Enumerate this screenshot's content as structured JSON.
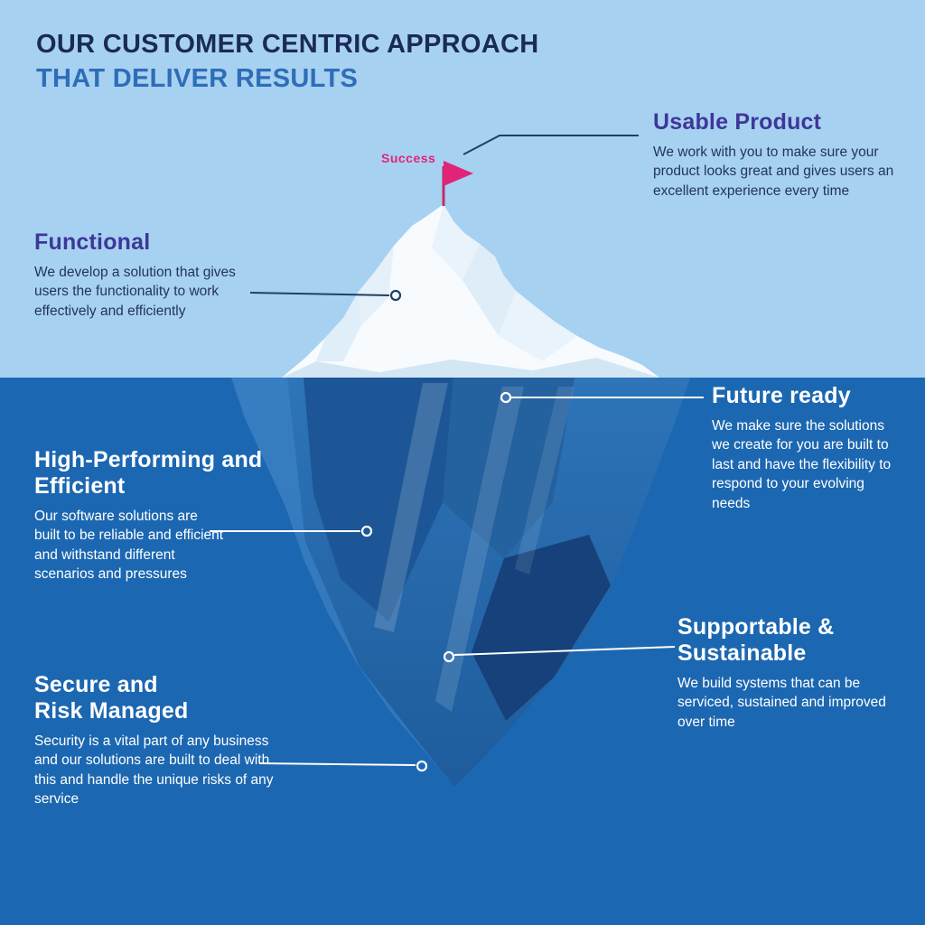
{
  "title": {
    "line1": "OUR CUSTOMER CENTRIC APPROACH",
    "line2": "THAT DELIVER RESULTS"
  },
  "flag_label": "Success",
  "callouts": {
    "usable": {
      "heading": "Usable Product",
      "body": "We work with you to make sure your product looks great and gives users an excellent experience every time"
    },
    "functional": {
      "heading": "Functional",
      "body": "We develop a solution that gives users the functionality to work effectively and efficiently"
    },
    "future": {
      "heading": "Future ready",
      "body": "We make sure the solutions we create for you are built to last and have the flexibility to respond to your evolving needs"
    },
    "high_performing": {
      "heading": "High-Performing and Efficient",
      "body": "Our software solutions are built to be reliable and efficient and withstand different scenarios and pressures"
    },
    "supportable": {
      "heading": "Supportable & Sustainable",
      "body": "We build systems that can be serviced, sustained and improved over time"
    },
    "secure": {
      "heading": "Secure and Risk Managed",
      "body": "Security is a vital part of any business and our solutions are built to deal with this and handle the unique risks of any service"
    }
  },
  "colors": {
    "sky_blue": "#a7d1f1",
    "sea_blue": "#1c67b1",
    "title_navy": "#1a2a56",
    "title_blue": "#2e6db8",
    "heading_indigo": "#3e3799",
    "body_dark": "#22355c",
    "flag_pink": "#e02579",
    "connector_dark": "#1d4066",
    "connector_light": "#ffffff"
  }
}
